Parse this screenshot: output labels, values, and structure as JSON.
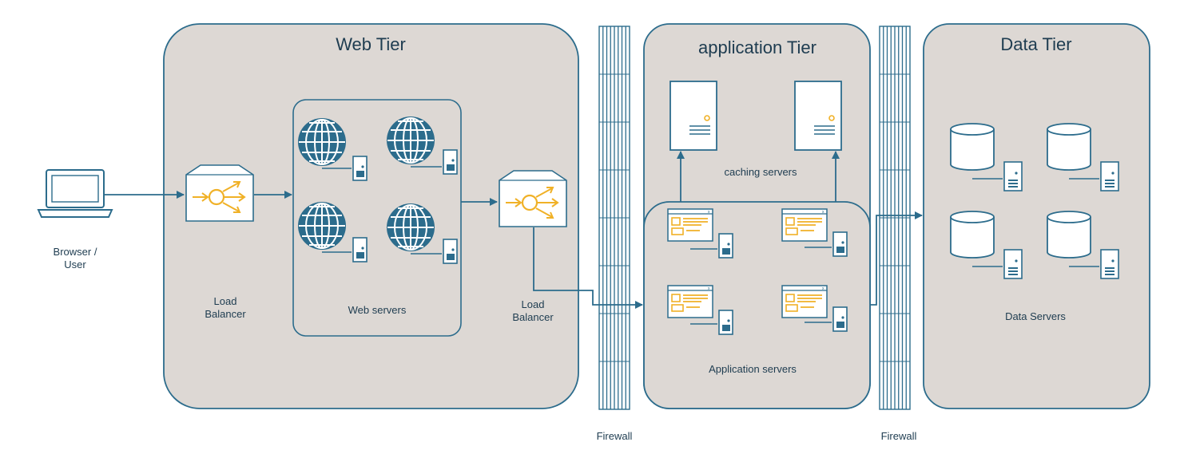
{
  "tiers": {
    "web": "Web Tier",
    "application": "application Tier",
    "data": "Data Tier"
  },
  "labels": {
    "browser_user": "Browser /\nUser",
    "load_balancer_1": "Load\nBalancer",
    "web_servers": "Web servers",
    "load_balancer_2": "Load\nBalancer",
    "caching_servers": "caching servers",
    "application_servers": "Application servers",
    "data_servers": "Data Servers",
    "firewall_1": "Firewall",
    "firewall_2": "Firewall"
  },
  "colors": {
    "tier_fill": "#ddd8d4",
    "stroke": "#2c6c8c",
    "accent": "#f0b127",
    "text": "#1e3c50"
  },
  "icons": {
    "client": "laptop-icon",
    "load_balancer": "load-balancer-icon",
    "web_server": "globe-icon",
    "cache_server": "server-tower-icon",
    "app_server": "app-window-icon",
    "db_server": "database-icon",
    "firewall": "firewall-icon"
  }
}
